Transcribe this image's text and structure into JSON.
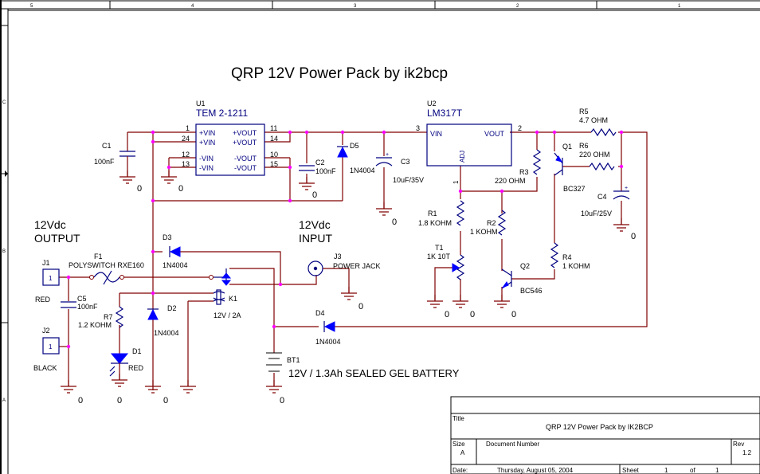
{
  "border": {
    "columns": [
      "5",
      "4",
      "3",
      "2",
      "1"
    ],
    "rows": [
      "C",
      "B",
      "A"
    ]
  },
  "title": "QRP 12V Power Pack by ik2bcp",
  "labels": {
    "output_line1": "12Vdc",
    "output_line2": "OUTPUT",
    "input_line1": "12Vdc",
    "input_line2": "INPUT",
    "battery_desc": "12V / 1.3Ah SEALED GEL BATTERY",
    "gnd": "0"
  },
  "components": {
    "U1": {
      "ref": "U1",
      "value": "TEM 2-1211",
      "pins": {
        "p1": "1",
        "p24": "24",
        "p12": "12",
        "p13": "13",
        "p11": "11",
        "p14": "14",
        "p10": "10",
        "p15": "15"
      },
      "pin_names": {
        "vin1": "+VIN",
        "vin2": "+VIN",
        "nvin1": "-VIN",
        "nvin2": "-VIN",
        "vout1": "+VOUT",
        "vout2": "+VOUT",
        "nvout1": "-VOUT",
        "nvout2": "-VOUT"
      }
    },
    "U2": {
      "ref": "U2",
      "value": "LM317T",
      "pin_vin": "VIN",
      "pin_vout": "VOUT",
      "pin_adj": "ADJ",
      "p3": "3",
      "p2": "2",
      "p1": "1"
    },
    "C1": {
      "ref": "C1",
      "value": "100nF"
    },
    "C2": {
      "ref": "C2",
      "value": "100nF"
    },
    "C3": {
      "ref": "C3",
      "value": "10uF/35V"
    },
    "C4": {
      "ref": "C4",
      "value": "10uF/25V"
    },
    "C5": {
      "ref": "C5",
      "value": "100nF"
    },
    "D1": {
      "ref": "D1",
      "value": "RED"
    },
    "D2": {
      "ref": "D2",
      "value": "1N4004"
    },
    "D3": {
      "ref": "D3",
      "value": "1N4004"
    },
    "D4": {
      "ref": "D4",
      "value": "1N4004"
    },
    "D5": {
      "ref": "D5",
      "value": "1N4004"
    },
    "R1": {
      "ref": "R1",
      "value": "1.8 KOHM"
    },
    "R2": {
      "ref": "R2",
      "value": "1 KOHM"
    },
    "R3": {
      "ref": "R3",
      "value": "220 OHM"
    },
    "R4": {
      "ref": "R4",
      "value": "1 KOHM"
    },
    "R5": {
      "ref": "R5",
      "value": "4.7 OHM"
    },
    "R6": {
      "ref": "R6",
      "value": "220 OHM"
    },
    "R7": {
      "ref": "R7",
      "value": "1.2 KOHM"
    },
    "T1": {
      "ref": "T1",
      "value": "1K 10T"
    },
    "Q1": {
      "ref": "Q1",
      "value": "BC327"
    },
    "Q2": {
      "ref": "Q2",
      "value": "BC546"
    },
    "F1": {
      "ref": "F1",
      "value": "POLYSWITCH RXE160"
    },
    "K1": {
      "ref": "K1",
      "value": "12V / 2A"
    },
    "J1": {
      "ref": "J1",
      "pin": "1",
      "value": "RED"
    },
    "J2": {
      "ref": "J2",
      "pin": "1",
      "value": "BLACK"
    },
    "J3": {
      "ref": "J3",
      "value": "POWER JACK"
    },
    "BT1": {
      "ref": "BT1"
    }
  },
  "title_block": {
    "title_label": "Title",
    "title_value": "QRP 12V Power Pack by IK2BCP",
    "size_label": "Size",
    "size_value": "A",
    "docnum_label": "Document Number",
    "rev_label": "Rev",
    "rev_value": "1.2",
    "date_label": "Date:",
    "date_value": "Thursday, August 05, 2004",
    "sheet_label": "Sheet",
    "sheet_value": "1",
    "of_label": "of",
    "of_value": "1"
  }
}
